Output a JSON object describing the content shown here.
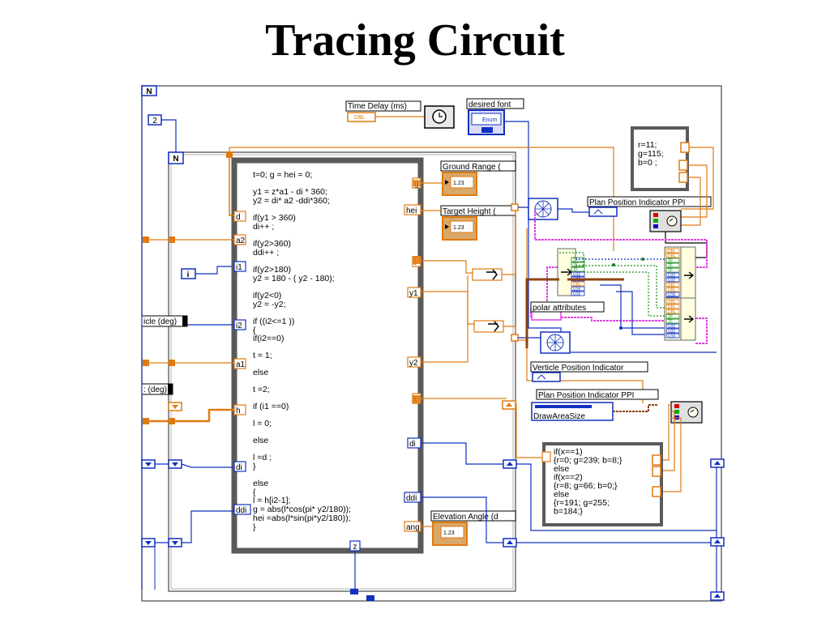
{
  "title": "Tracing Circuit",
  "diagram": {
    "loop_counter": "N",
    "inner_counter": "N",
    "count_value": "2",
    "iteration_terminal": "i",
    "script_result": "z",
    "labels": {
      "time_delay": "Time Delay (ms)",
      "time_delay_type": "DBL",
      "desired_font": "desired font",
      "font_type": "Enum",
      "ground_range": "Ground Range (",
      "target_height": "Target Height (",
      "elevation_angle": "Elevation Angle (d",
      "num_display": "1.23",
      "num_display_type": "DBL",
      "ppi_top": "Plan Position Indicator PPI",
      "polar_attributes": "polar attributes",
      "verticle_indicator": "Verticle Position Indicator",
      "ppi_bottom": "Plan Position Indicator PPI",
      "draw_area": "DrawAreaSize",
      "left_cut_1": "icle (deg)",
      "left_cut_2": ": (deg)"
    },
    "inputs": [
      "d",
      "a2",
      "i1",
      "i2",
      "a1",
      "h",
      "di",
      "ddi"
    ],
    "outputs": [
      "g",
      "hei",
      "l",
      "y1",
      "y2",
      "t",
      "di",
      "ddi",
      "ang"
    ],
    "code_lines": [
      "t=0;  g = hei = 0;",
      "y1 = z*a1 - di * 360;",
      "y2 =  di* a2 -ddi*360;",
      " if(y1 > 360)",
      "     di++ ;",
      "if(y2>360)",
      " ddi++ ;",
      "if(y2>180)",
      "     y2 = 180 - ( y2 - 180);",
      "if(y2<0)",
      "     y2 = -y2;",
      "if ((i2<=1 ))",
      "{",
      "      if(i2==0)",
      "          t = 1;",
      "     else",
      "          t =2;",
      "     if (i1 ==0)",
      "          l = 0;",
      "     else",
      "          l =d ;",
      " }",
      " else",
      " {",
      "     l = h[i2-1];",
      "     g = abs(l*cos(pi* y2/180));",
      "     hei =abs(l*sin(pi*y2/180));",
      " }"
    ],
    "color_box_1": [
      "r=11;",
      "g=115;",
      " b=0 ;"
    ],
    "color_box_2": [
      "if(x==1)",
      "{r=0; g=239; b=8;}",
      "else",
      "if(x==2)",
      "{r=8; g=66; b=0;}",
      "else",
      "{r=191; g=255;",
      "b=184;}"
    ],
    "cluster_types": [
      "DBL",
      "DBL",
      "TF",
      "TF",
      "TF",
      "U32",
      "U32",
      "DBL",
      "DBL",
      "U16",
      "U16"
    ],
    "cluster_types_b": [
      "DBL",
      "DBL",
      "DBL",
      "TF",
      "TF",
      "U32",
      "U32",
      "U16"
    ]
  }
}
